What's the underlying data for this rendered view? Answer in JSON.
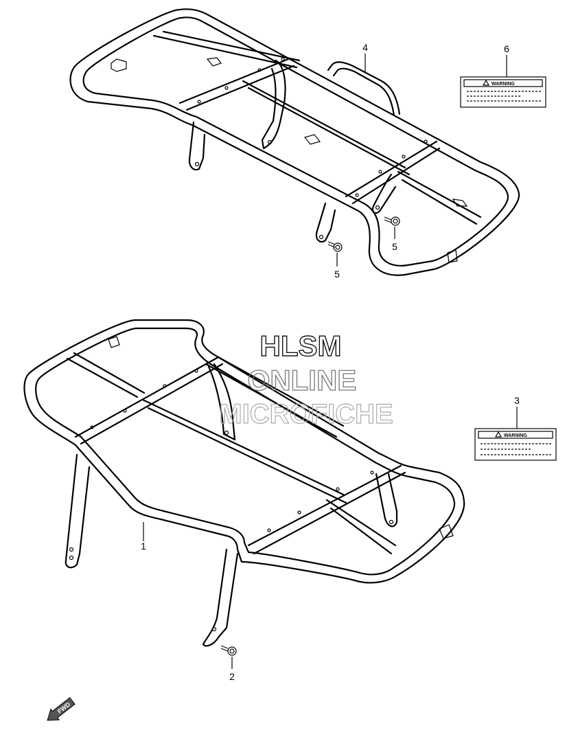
{
  "diagram": {
    "callouts": {
      "part1": "1",
      "part2": "2",
      "part3": "3",
      "part4": "4",
      "part5a": "5",
      "part5b": "5",
      "part6": "6"
    },
    "warning_labels": {
      "front": "WARNING",
      "rear": "WARNING"
    },
    "watermark": {
      "line1": "HLSM",
      "line2": "ONLINE",
      "line3": "MICROFICHE",
      "color": "#9a9a9a"
    },
    "fwd_arrow": {
      "text": "FWD",
      "icon": "fwd-arrow-icon"
    }
  }
}
